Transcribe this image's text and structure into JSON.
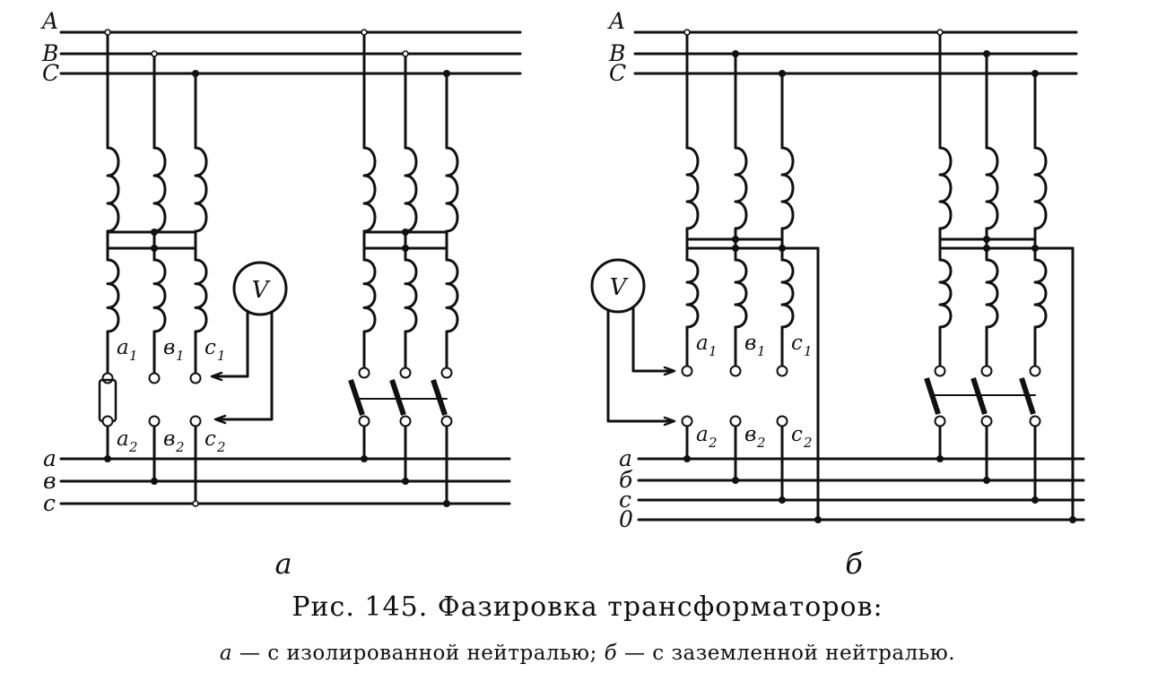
{
  "figure": {
    "caption_title": "Рис. 145. Фазировка трансформаторов:",
    "caption_sub_a": "а",
    "caption_sub_a_text": " — с изолированной нейтралью; ",
    "caption_sub_b": "б",
    "caption_sub_b_text": " — с заземленной нейтралью."
  },
  "diagram_a": {
    "label": "а",
    "hv_buses": [
      "A",
      "B",
      "C"
    ],
    "lv_buses": [
      "a",
      "в",
      "c"
    ],
    "meter": "V",
    "upper_terminals": [
      [
        "a",
        "1"
      ],
      [
        "в",
        "1"
      ],
      [
        "c",
        "1"
      ]
    ],
    "lower_terminals": [
      [
        "a",
        "2"
      ],
      [
        "в",
        "2"
      ],
      [
        "c",
        "2"
      ]
    ]
  },
  "diagram_b": {
    "label": "б",
    "hv_buses": [
      "A",
      "B",
      "C"
    ],
    "lv_buses": [
      "a",
      "б",
      "c",
      "0"
    ],
    "meter": "V",
    "upper_terminals": [
      [
        "a",
        "1"
      ],
      [
        "в",
        "1"
      ],
      [
        "c",
        "1"
      ]
    ],
    "lower_terminals": [
      [
        "a",
        "2"
      ],
      [
        "в",
        "2"
      ],
      [
        "c",
        "2"
      ]
    ]
  }
}
